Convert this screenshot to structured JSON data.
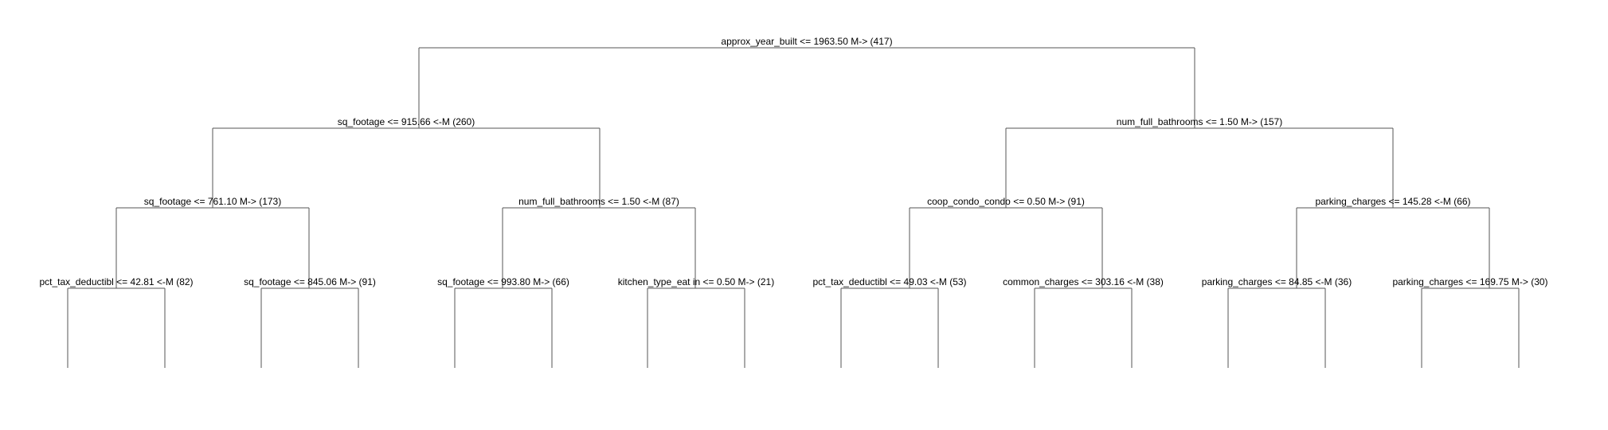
{
  "tree": {
    "line_color": "#555555",
    "text_color": "#000000",
    "background": "#ffffff",
    "nodes": [
      {
        "id": "n0",
        "label": "approx_year_built <= 1963.50 M-> (417)",
        "children": [
          "n1",
          "n2"
        ]
      },
      {
        "id": "n1",
        "label": "sq_footage <= 915.66 <-M (260)",
        "children": [
          "n3",
          "n4"
        ]
      },
      {
        "id": "n2",
        "label": "num_full_bathrooms <= 1.50 M-> (157)",
        "children": [
          "n5",
          "n6"
        ]
      },
      {
        "id": "n3",
        "label": "sq_footage <= 761.10 M-> (173)",
        "children": [
          "n7",
          "n8"
        ]
      },
      {
        "id": "n4",
        "label": "num_full_bathrooms <= 1.50 <-M (87)",
        "children": [
          "n9",
          "n10"
        ]
      },
      {
        "id": "n5",
        "label": "coop_condo_condo <= 0.50 M-> (91)",
        "children": [
          "n11",
          "n12"
        ]
      },
      {
        "id": "n6",
        "label": "parking_charges <= 145.28 <-M (66)",
        "children": [
          "n13",
          "n14"
        ]
      },
      {
        "id": "n7",
        "label": "pct_tax_deductibl <= 42.81 <-M (82)",
        "children": []
      },
      {
        "id": "n8",
        "label": "sq_footage <= 845.06 M-> (91)",
        "children": []
      },
      {
        "id": "n9",
        "label": "sq_footage <= 993.80 M-> (66)",
        "children": []
      },
      {
        "id": "n10",
        "label": "kitchen_type_eat in <= 0.50 M-> (21)",
        "children": []
      },
      {
        "id": "n11",
        "label": "pct_tax_deductibl <= 49.03 <-M (53)",
        "children": []
      },
      {
        "id": "n12",
        "label": "common_charges <= 303.16 <-M (38)",
        "children": []
      },
      {
        "id": "n13",
        "label": "parking_charges <= 84.85 <-M (36)",
        "children": []
      },
      {
        "id": "n14",
        "label": "parking_charges <= 169.75 M-> (30)",
        "children": []
      }
    ]
  }
}
